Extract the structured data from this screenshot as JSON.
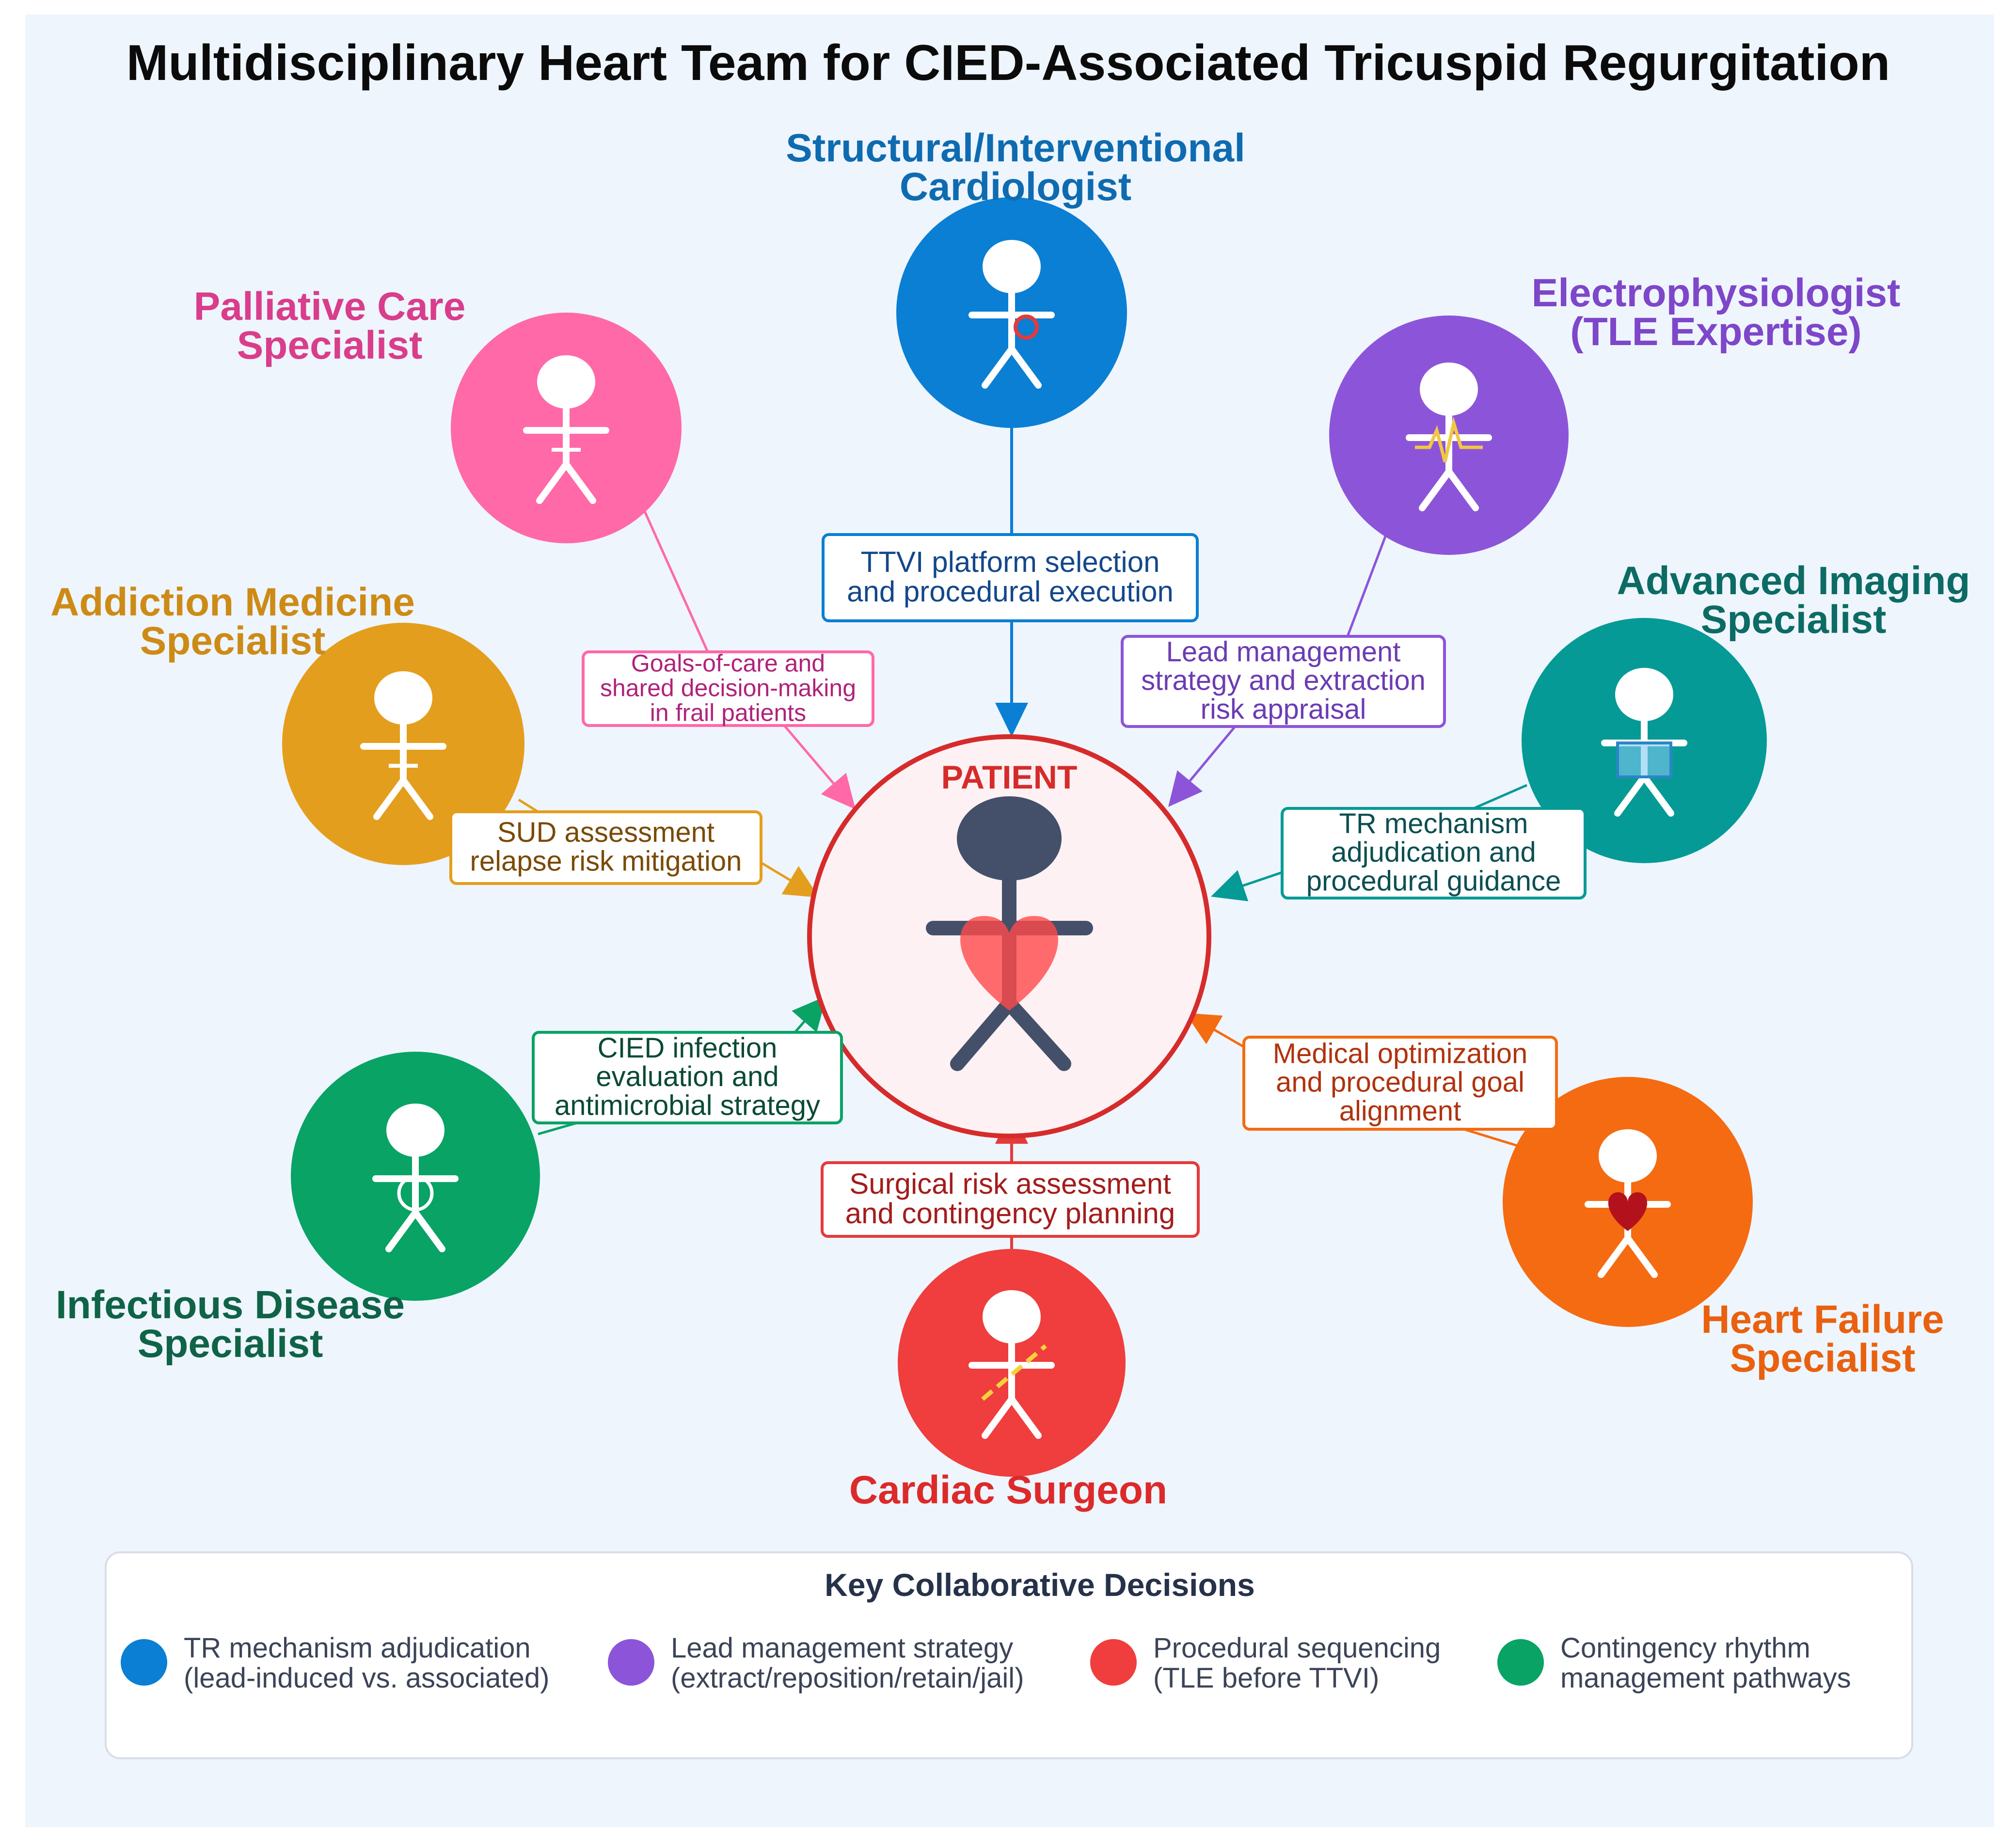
{
  "title": "Multidisciplinary Heart Team for CIED-Associated Tricuspid Regurgitation",
  "patient": {
    "label": "PATIENT"
  },
  "colors": {
    "background": "#eef5fd",
    "structural": "#0a7fd3",
    "electrophysiologist": "#8c55d9",
    "imaging": "#069a96",
    "heart_failure": "#f56b12",
    "surgeon": "#f03d3d",
    "infectious": "#08a365",
    "addiction": "#e49e1d",
    "palliative": "#ff69a8",
    "patient_border": "#d62b2b",
    "patient_figure": "#44506a"
  },
  "specialists": [
    {
      "id": "structural",
      "icon": "person-with-stent-ring-icon",
      "name_lines": [
        "Structural/Interventional",
        "Cardiologist"
      ],
      "contribution_lines": [
        "TTVI platform selection",
        "and procedural execution"
      ]
    },
    {
      "id": "electrophysiologist",
      "icon": "person-with-ecg-wave-icon",
      "name_lines": [
        "Electrophysiologist",
        "(TLE Expertise)"
      ],
      "contribution_lines": [
        "Lead management",
        "strategy and extraction",
        "risk appraisal"
      ]
    },
    {
      "id": "imaging",
      "icon": "person-with-imaging-probe-icon",
      "name_lines": [
        "Advanced Imaging",
        "Specialist"
      ],
      "contribution_lines": [
        "TR mechanism",
        "adjudication and",
        "procedural guidance"
      ]
    },
    {
      "id": "heart_failure",
      "icon": "person-with-heart-icon",
      "name_lines": [
        "Heart Failure",
        "Specialist"
      ],
      "contribution_lines": [
        "Medical optimization",
        "and procedural goal",
        "alignment"
      ]
    },
    {
      "id": "surgeon",
      "icon": "person-with-scalpel-icon",
      "name_lines": [
        "Cardiac Surgeon"
      ],
      "contribution_lines": [
        "Surgical risk assessment",
        "and contingency planning"
      ]
    },
    {
      "id": "infectious",
      "icon": "person-with-microbe-icon",
      "name_lines": [
        "Infectious Disease",
        "Specialist"
      ],
      "contribution_lines": [
        "CIED infection",
        "evaluation and",
        "antimicrobial strategy"
      ]
    },
    {
      "id": "addiction",
      "icon": "person-icon",
      "name_lines": [
        "Addiction Medicine",
        "Specialist"
      ],
      "contribution_lines": [
        "SUD assessment",
        "relapse risk mitigation"
      ]
    },
    {
      "id": "palliative",
      "icon": "person-icon",
      "name_lines": [
        "Palliative Care",
        "Specialist"
      ],
      "contribution_lines": [
        "Goals-of-care and",
        "shared decision-making",
        "in frail patients"
      ]
    }
  ],
  "legend": {
    "title": "Key Collaborative Decisions",
    "items": [
      {
        "color": "#0a7fd3",
        "lines": [
          "TR mechanism adjudication",
          "(lead-induced vs. associated)"
        ]
      },
      {
        "color": "#8c55d9",
        "lines": [
          "Lead management strategy",
          "(extract/reposition/retain/jail)"
        ]
      },
      {
        "color": "#f03d3d",
        "lines": [
          "Procedural sequencing",
          "(TLE before TTVI)"
        ]
      },
      {
        "color": "#08a365",
        "lines": [
          "Contingency rhythm",
          "management pathways"
        ]
      }
    ]
  }
}
